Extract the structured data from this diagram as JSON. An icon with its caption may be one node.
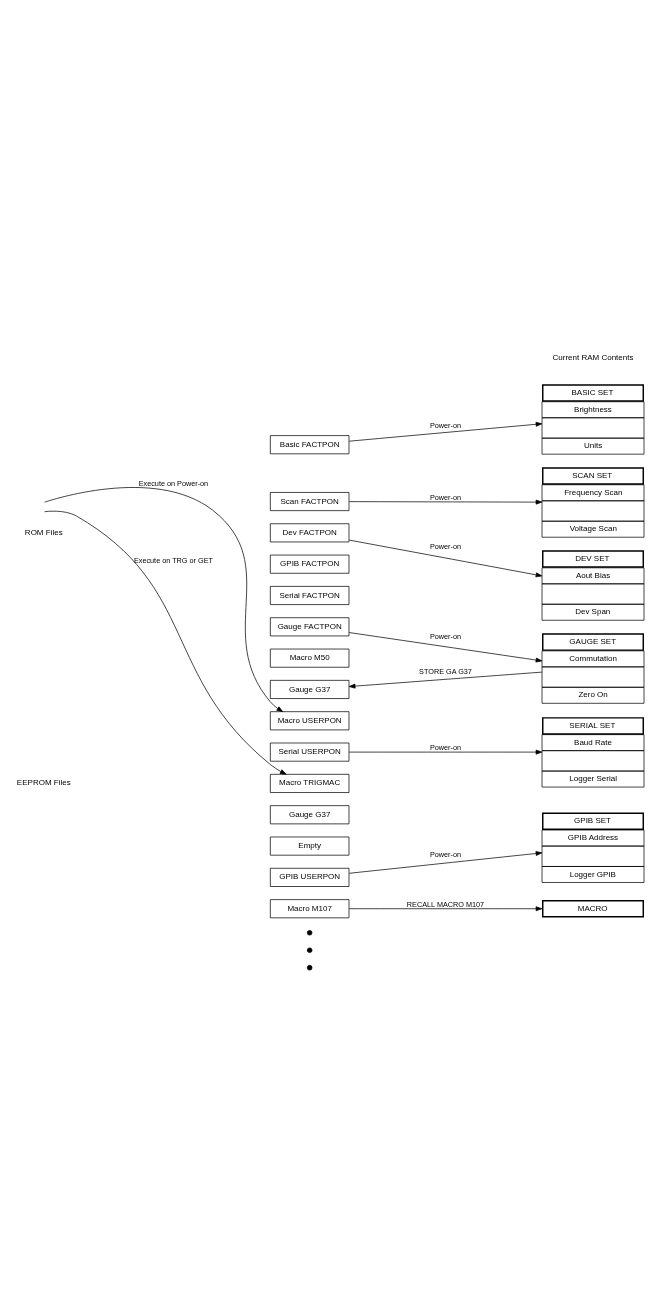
{
  "diagram": {
    "nodes": [
      {
        "text": [
          "Basic FACTPON"
        ]
      },
      {
        "text": [
          "Scan FACTPON"
        ]
      },
      {
        "text": [
          "Dev FACTPON"
        ]
      },
      {
        "text": [
          "GPIB FACTPON"
        ]
      },
      {
        "text": [
          "Serial FACTPON"
        ]
      },
      {
        "text": [
          "Gauge FACTPON"
        ]
      },
      {
        "text": [
          "Macro M50"
        ]
      },
      {
        "text": [
          "Gauge G37"
        ]
      },
      {
        "text": [
          "Macro USERPON"
        ]
      },
      {
        "text": [
          "Serial USERPON"
        ]
      },
      {
        "text": [
          "Macro TRIGMAC"
        ]
      },
      {
        "text": [
          "Gauge G37"
        ]
      },
      {
        "text": [
          "Empty"
        ]
      },
      {
        "text": [
          "GPIB USERPON"
        ]
      },
      {
        "text": [
          "Macro M107"
        ]
      },
      {
        "text": [],
        "shape": "circle"
      },
      {
        "text": [],
        "shape": "circle"
      },
      {
        "text": [],
        "shape": "circle"
      },
      {
        "text": [
          "BASIC SET",
          "Brightness",
          "Units"
        ]
      },
      {
        "text": [
          "SCAN SET",
          "Frequency Scan",
          "Voltage Scan"
        ]
      },
      {
        "text": [
          "DEV SET",
          "Aout Bias",
          "Dev Span"
        ]
      },
      {
        "text": [
          "GAUGE SET",
          "Commutation",
          "Zero On"
        ]
      },
      {
        "text": [
          "SERIAL SET",
          "Baud Rate",
          "Logger Serial"
        ]
      },
      {
        "text": [
          "GPIB SET",
          "GPIB Address",
          "Logger GPIB"
        ]
      },
      {
        "text": [
          "MACRO"
        ]
      }
    ],
    "edges": [
      {
        "from": 0,
        "to": 18,
        "arrow": "to",
        "label": "Power-on"
      },
      {
        "from": 1,
        "to": 19,
        "arrow": "to",
        "label": "Power-on"
      },
      {
        "from": 2,
        "to": 20,
        "arrow": "to",
        "label": "Power-on"
      },
      {
        "from": 5,
        "to": 21,
        "arrow": "to",
        "label": "Power-on"
      },
      {
        "from": 21,
        "to": 7,
        "arrow": "to",
        "label": "STORE GA G37"
      },
      {
        "from": null,
        "to": 8,
        "arrow": "to",
        "label": "Execute on Power-on"
      },
      {
        "from": 9,
        "to": 22,
        "arrow": "to",
        "label": "Power-on"
      },
      {
        "from": null,
        "to": 10,
        "arrow": "to",
        "label": "Execute on TRG or GET"
      },
      {
        "from": 13,
        "to": 23,
        "arrow": "to",
        "label": "Power-on"
      },
      {
        "from": 14,
        "to": 24,
        "arrow": "to",
        "label": "RECALL MACRO M107"
      }
    ],
    "labels": [
      "Current RAM Contents",
      "ROM Files",
      "EEPROM Files"
    ]
  }
}
